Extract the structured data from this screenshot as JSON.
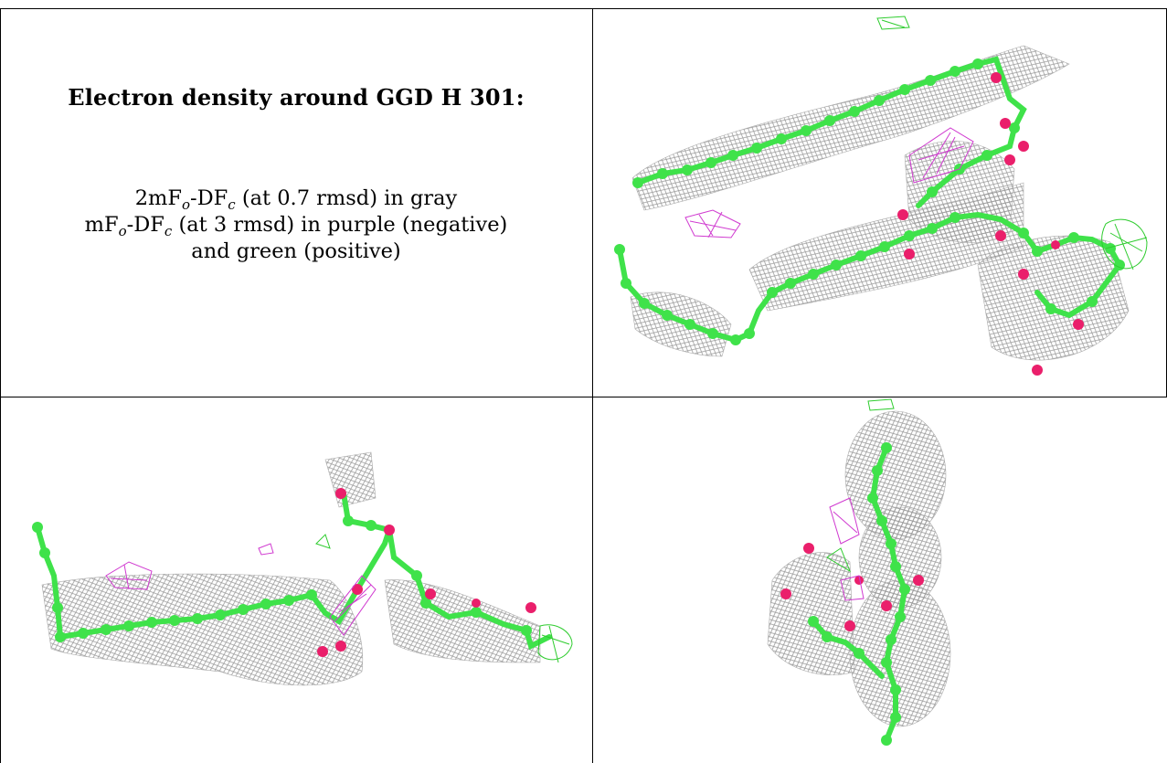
{
  "caption": {
    "title": "Electron density around GGD H 301:",
    "line1": {
      "pre": "2mF",
      "sub1": "o",
      "mid": "-DF",
      "sub2": "c",
      "post": " (at 0.7 rmsd) in gray"
    },
    "line2": {
      "pre": "mF",
      "sub1": "o",
      "mid": "-DF",
      "sub2": "c",
      "post": " (at 3 rmsd) in purple (negative)"
    },
    "line3": "and green (positive)"
  },
  "colors": {
    "carbon": "#3fe24a",
    "oxygen": "#ea1f6b",
    "mesh_2fofc": "#8a8a8a",
    "negative_density": "#d03ad0",
    "positive_density": "#2ecc2e"
  },
  "panels": [
    {
      "view": "top-right"
    },
    {
      "view": "bottom-left"
    },
    {
      "view": "bottom-right"
    }
  ]
}
